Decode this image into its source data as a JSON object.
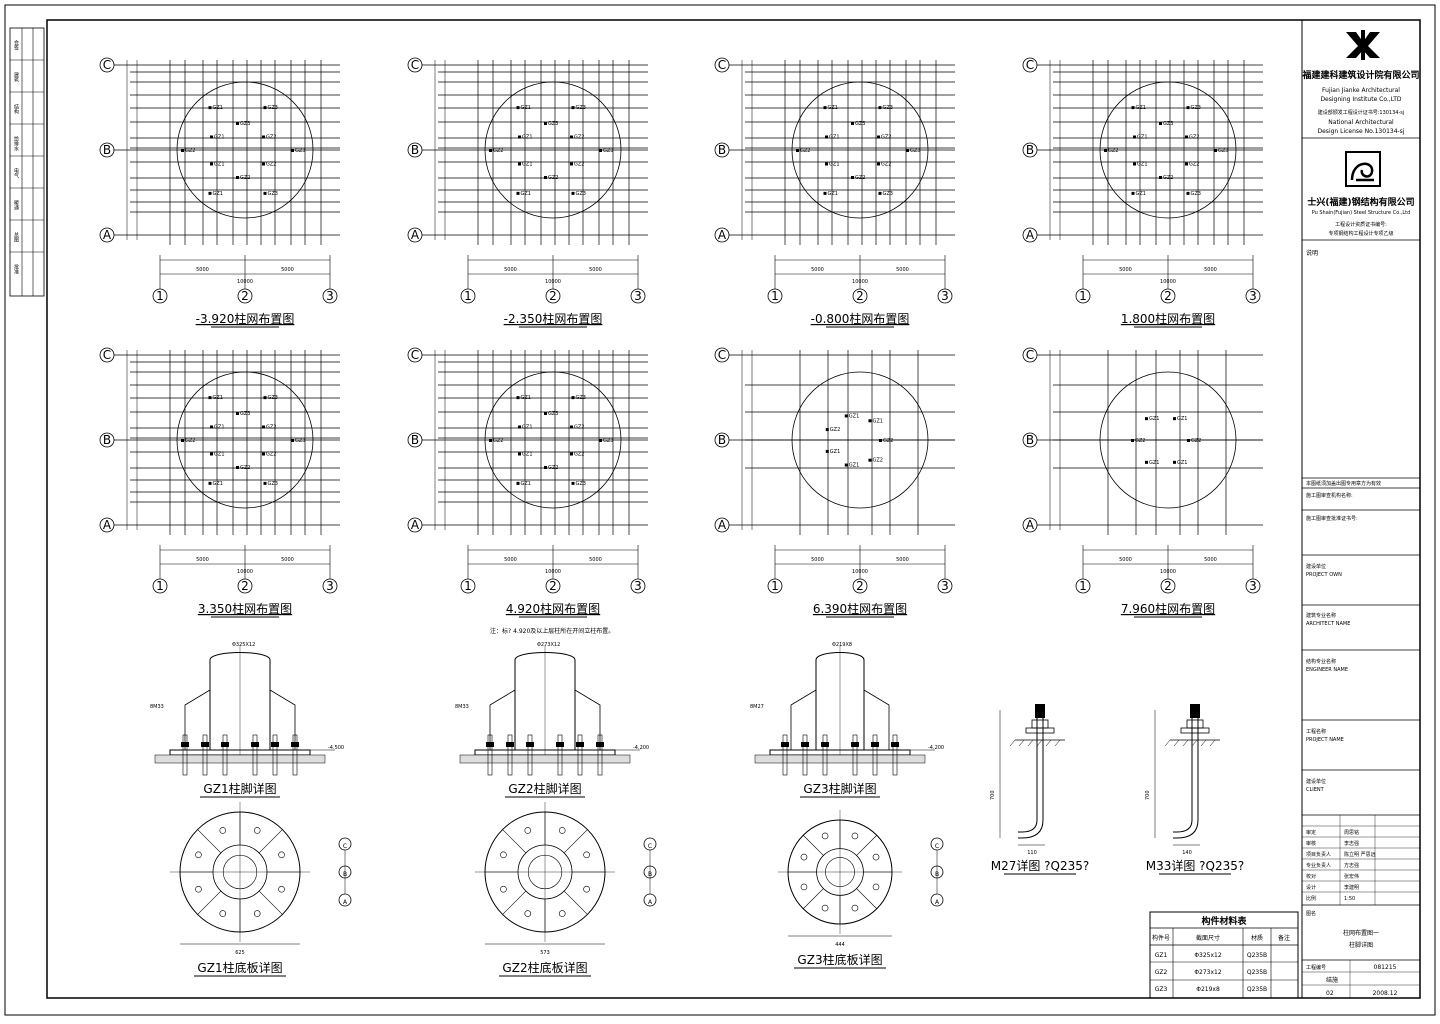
{
  "axes": {
    "rows": [
      "C",
      "B",
      "A"
    ],
    "cols": [
      "1",
      "2",
      "3"
    ]
  },
  "plans": [
    {
      "title": "-3.920柱网布置图",
      "span_left": "5000",
      "span_right": "5000",
      "span_total": "10000",
      "labels": [
        "GZ3",
        "GZ2",
        "GZ3",
        "GZ2",
        "GZ1",
        "GZ1",
        "GZ2",
        "GZ1",
        "GZ1",
        "GZ3",
        "GZ3",
        "GZ2"
      ]
    },
    {
      "title": "-2.350柱网布置图",
      "span_left": "5000",
      "span_right": "5000",
      "span_total": "10000",
      "labels": [
        "GZ3",
        "GZ2",
        "GZ3",
        "GZ2",
        "GZ1",
        "GZ1",
        "GZ2",
        "GZ1",
        "GZ1",
        "GZ3",
        "GZ3",
        "GZ2"
      ]
    },
    {
      "title": "-0.800柱网布置图",
      "span_left": "5000",
      "span_right": "5000",
      "span_total": "10000",
      "labels": [
        "GZ3",
        "GZ2",
        "GZ3",
        "GZ2",
        "GZ1",
        "GZ1",
        "GZ2",
        "GZ1",
        "GZ1",
        "GZ3",
        "GZ3",
        "GZ2"
      ]
    },
    {
      "title": "1.800柱网布置图",
      "span_left": "5000",
      "span_right": "5000",
      "span_total": "10000",
      "labels": [
        "GZ3",
        "GZ2",
        "GZ3",
        "GZ2",
        "GZ1",
        "GZ1",
        "GZ2",
        "GZ1",
        "GZ1",
        "GZ3",
        "GZ3",
        "GZ2"
      ]
    },
    {
      "title": "3.350柱网布置图",
      "span_left": "5000",
      "span_right": "5000",
      "span_total": "10000",
      "labels": [
        "GZ3",
        "GZ2",
        "GZ3",
        "GZ2",
        "GZ1",
        "GZ1",
        "GZ2",
        "GZ1",
        "GZ1",
        "GZ3",
        "GZ3",
        "GZ2"
      ]
    },
    {
      "title": "4.920柱网布置图",
      "span_left": "5000",
      "span_right": "5000",
      "span_total": "10000",
      "labels": [
        "GZ3",
        "GZ2",
        "GZ3",
        "GZ2",
        "GZ1",
        "GZ1",
        "GZ2",
        "GZ1",
        "GZ1",
        "GZ3",
        "GZ3",
        "GZ2"
      ]
    },
    {
      "title": "6.390柱网布置图",
      "span_left": "5000",
      "span_right": "5000",
      "span_total": "10000",
      "labels": [
        "GZ2",
        "GZ2",
        "GZ1",
        "GZ1",
        "GZ2",
        "GZ1",
        "GZ1"
      ]
    },
    {
      "title": "7.960柱网布置图",
      "span_left": "5000",
      "span_right": "5000",
      "span_total": "10000",
      "labels": [
        "GZ2",
        "GZ1",
        "GZ1",
        "GZ2",
        "GZ1",
        "GZ1"
      ]
    }
  ],
  "note": "注：标? 4.920及以上层柱所在开间立柱布置。",
  "details": [
    {
      "foot_title": "GZ1柱脚详图",
      "plate_title": "GZ1柱底板详图",
      "pipe": "Φ325X12",
      "plate_w": "625",
      "anchor": "8M33",
      "elev": "-4.500"
    },
    {
      "foot_title": "GZ2柱脚详图",
      "plate_title": "GZ2柱底板详图",
      "pipe": "Φ273X12",
      "plate_w": "573",
      "anchor": "8M33",
      "elev": "-4.200"
    },
    {
      "foot_title": "GZ3柱脚详图",
      "plate_title": "GZ3柱底板详图",
      "pipe": "Φ219X8",
      "plate_w": "444",
      "anchor": "8M27",
      "elev": "-4.200"
    }
  ],
  "bolts": [
    {
      "title": "M27详图 ?Q235?",
      "embed": "700",
      "hook": "110"
    },
    {
      "title": "M33详图 ?Q235?",
      "embed": "700",
      "hook": "140"
    }
  ],
  "material_table": {
    "title": "构件材料表",
    "headers": [
      "构件号",
      "截面尺寸",
      "材质",
      "备注"
    ],
    "rows": [
      [
        "GZ1",
        "Φ325x12",
        "Q235B",
        ""
      ],
      [
        "GZ2",
        "Φ273x12",
        "Q235B",
        ""
      ],
      [
        "GZ3",
        "Φ219x8",
        "Q235B",
        ""
      ]
    ]
  },
  "title_block": {
    "company_cn": "福建建科建筑设计院有限公司",
    "company_en1": "Fujian Jianke Architectural",
    "company_en2": "Designing Institute Co.,LTD",
    "license_cn": "建设部颁发工程设计证书号:130134-sj",
    "license_en1": "National Architectural",
    "license_en2": "Design License No.130134-sj",
    "partner_cn": "士兴(福建)钢结构有限公司",
    "partner_en": "Pu Shain(Fujian) Steel Structure Co.,Ltd",
    "partner_note1": "工程设计资质证书编号:",
    "partner_note2": "专项钢结构工程设计专项乙级",
    "notes_label": "说明",
    "stamp_label": "本图纸须加盖出图专用章方为有效",
    "owner_label": "施工图审查机构名称:",
    "audit_label": "施工图审查批准证书号:",
    "project_label": "建设单位",
    "project_sub": "PROJECT OWN",
    "arch_label": "建筑专业名称",
    "arch_sub": "ARCHITECT NAME",
    "struct_label": "结构专业名称",
    "struct_sub": "ENGINEER NAME",
    "proj_name_label": "工程名称",
    "proj_name_sub": "PROJECT NAME",
    "client_label": "建设单位",
    "client_sub": "CLIENT",
    "sign_rows": [
      "审定",
      "审核",
      "项目负责人",
      "专业负责人",
      "校对",
      "设计",
      "比例"
    ],
    "signers": [
      "周思铭",
      "李志强",
      "陈立明 严思远",
      "方志强",
      "张宏伟",
      "李建明",
      "1:50"
    ],
    "drawing_label": "图名",
    "drawing_name1": "柱网布置图一",
    "drawing_name2": "柱脚详图",
    "project_no_label": "工程编号",
    "project_no": "081215",
    "discipline": "结施",
    "sheet_no": "02",
    "date": "2008.12"
  },
  "left_strip": [
    "会签",
    "建筑",
    "结构",
    "给排水",
    "电气",
    "暖通",
    "总图",
    "批准"
  ]
}
